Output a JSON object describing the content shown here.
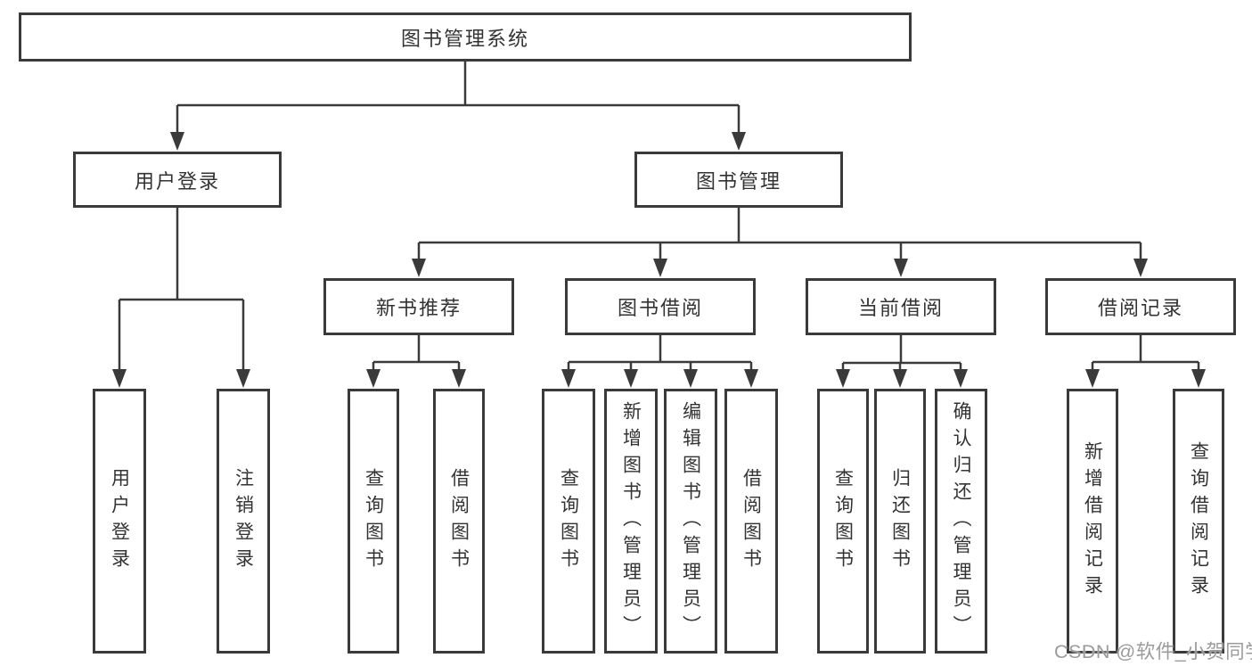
{
  "diagram": {
    "title": {
      "label": "图书管理系统"
    },
    "level2": [
      {
        "label": "用户登录"
      },
      {
        "label": "图书管理"
      }
    ],
    "level3": [
      {
        "label": "新书推荐"
      },
      {
        "label": "图书借阅"
      },
      {
        "label": "当前借阅"
      },
      {
        "label": "借阅记录"
      }
    ],
    "leaves": {
      "user_login": [
        {
          "label": "用户登录"
        },
        {
          "label": "注销登录"
        }
      ],
      "new_book_recommend": [
        {
          "label": "查询图书"
        },
        {
          "label": "借阅图书"
        }
      ],
      "book_borrow": [
        {
          "label": "查询图书"
        },
        {
          "label": "新增图书（管理员）"
        },
        {
          "label": "编辑图书（管理员）"
        },
        {
          "label": "借阅图书"
        }
      ],
      "current_borrow": [
        {
          "label": "查询图书"
        },
        {
          "label": "归还图书"
        },
        {
          "label": "确认归还（管理员）"
        }
      ],
      "borrow_record": [
        {
          "label": "新增借阅记录"
        },
        {
          "label": "查询借阅记录"
        }
      ]
    }
  },
  "watermark": {
    "text": "CSDN @软件_小贺同学"
  },
  "colors": {
    "line": "#3a3a3a",
    "text": "#333333",
    "watermark": "#9b9b9b",
    "background": "#ffffff"
  }
}
